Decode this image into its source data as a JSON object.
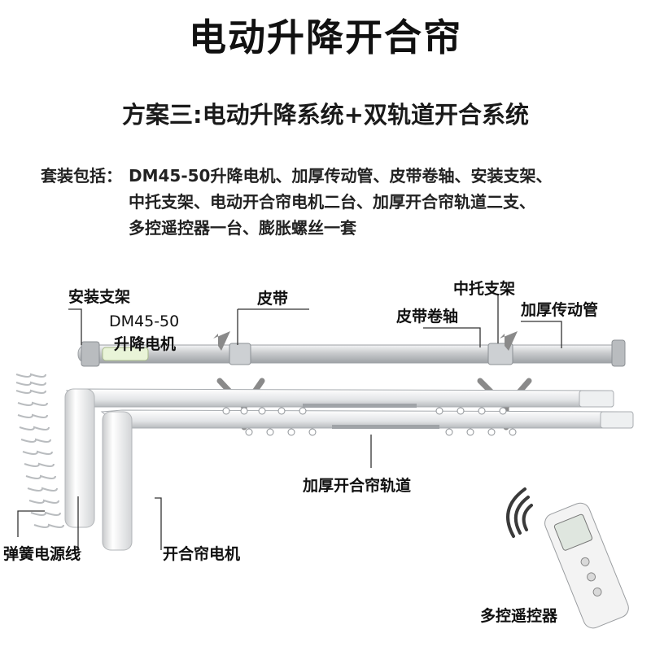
{
  "title": "电动升降开合帘",
  "subtitle": "方案三:电动升降系统+双轨道开合系统",
  "package": {
    "label": "套装包括：",
    "lines": [
      "DM45-50升降电机、加厚传动管、皮带卷轴、安装支架、",
      "中托支架、电动开合帘电机二台、加厚开合帘轨道二支、",
      "多控遥控器一台、膨胀螺丝一套"
    ]
  },
  "labels": {
    "mount_bracket": "安装支架",
    "lift_motor_model": "DM45-50",
    "lift_motor": "升降电机",
    "belt": "皮带",
    "middle_bracket": "中托支架",
    "belt_reel": "皮带卷轴",
    "drive_tube": "加厚传动管",
    "track": "加厚开合帘轨道",
    "spring_cable": "弹簧电源线",
    "curtain_motor": "开合帘电机",
    "remote": "多控遥控器"
  },
  "colors": {
    "metal": "#d9dbdd",
    "arrow": "#8a8a8a",
    "text": "#111111"
  }
}
